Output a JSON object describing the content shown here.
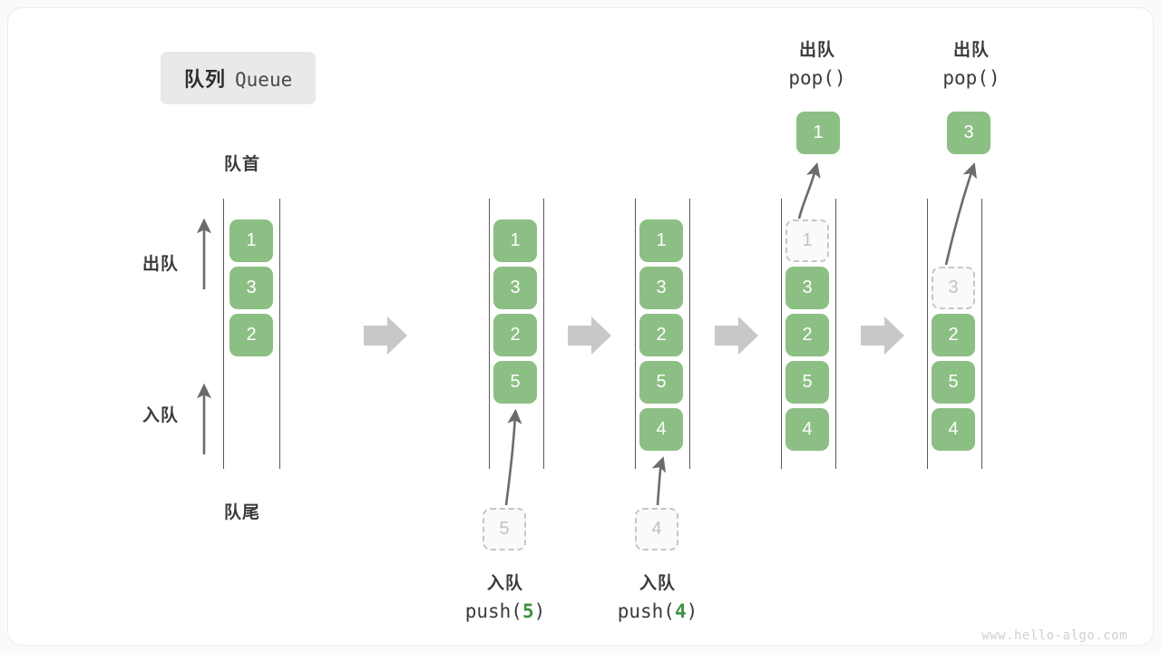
{
  "title": {
    "cn": "队列",
    "en": "Queue"
  },
  "labels": {
    "front": "队首",
    "rear": "队尾",
    "dequeue": "出队",
    "enqueue": "入队"
  },
  "colors": {
    "box_fill": "#8cbf83",
    "box_text": "#ffffff",
    "ghost_border": "#c6c6c6",
    "ghost_text": "#c2c2c2",
    "accent_green": "#3f9142",
    "rail": "#5a5a5a",
    "arrow": "#6b6b6b",
    "step_arrow": "#c8c8c8",
    "badge_bg": "#e9e9e9",
    "card_bg": "#ffffff",
    "page_bg": "#fafafa"
  },
  "columns": [
    {
      "id": "initial",
      "items": [
        {
          "value": "1",
          "state": "solid"
        },
        {
          "value": "3",
          "state": "solid"
        },
        {
          "value": "2",
          "state": "solid"
        }
      ]
    },
    {
      "id": "after-push-5",
      "items": [
        {
          "value": "1",
          "state": "solid"
        },
        {
          "value": "3",
          "state": "solid"
        },
        {
          "value": "2",
          "state": "solid"
        },
        {
          "value": "5",
          "state": "solid"
        }
      ]
    },
    {
      "id": "after-push-4",
      "items": [
        {
          "value": "1",
          "state": "solid"
        },
        {
          "value": "3",
          "state": "solid"
        },
        {
          "value": "2",
          "state": "solid"
        },
        {
          "value": "5",
          "state": "solid"
        },
        {
          "value": "4",
          "state": "solid"
        }
      ]
    },
    {
      "id": "after-pop-1",
      "items": [
        {
          "value": "1",
          "state": "ghost"
        },
        {
          "value": "3",
          "state": "solid"
        },
        {
          "value": "2",
          "state": "solid"
        },
        {
          "value": "5",
          "state": "solid"
        },
        {
          "value": "4",
          "state": "solid"
        }
      ]
    },
    {
      "id": "after-pop-3",
      "items": [
        {
          "value": "",
          "state": "empty"
        },
        {
          "value": "3",
          "state": "ghost"
        },
        {
          "value": "2",
          "state": "solid"
        },
        {
          "value": "5",
          "state": "solid"
        },
        {
          "value": "4",
          "state": "solid"
        }
      ]
    }
  ],
  "operations": {
    "push_5": {
      "cn": "入队",
      "code_prefix": "push(",
      "code_value": "5",
      "code_suffix": ")",
      "ghost_value": "5"
    },
    "push_4": {
      "cn": "入队",
      "code_prefix": "push(",
      "code_value": "4",
      "code_suffix": ")",
      "ghost_value": "4"
    },
    "pop_1": {
      "cn": "出队",
      "code": "pop()",
      "result_value": "1"
    },
    "pop_3": {
      "cn": "出队",
      "code": "pop()",
      "result_value": "3"
    }
  },
  "watermark": "www.hello-algo.com"
}
